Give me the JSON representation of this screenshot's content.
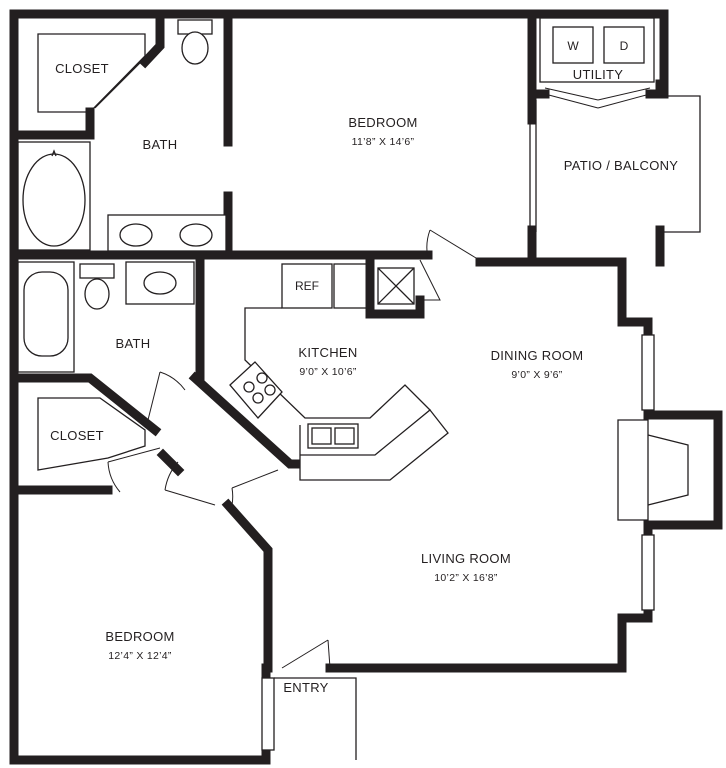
{
  "rooms": {
    "closet_top": "CLOSET",
    "bath_top": "BATH",
    "bedroom_top": {
      "name": "BEDROOM",
      "size": "11’8” X 14’6”"
    },
    "washer": "W",
    "dryer": "D",
    "utility": "UTILITY",
    "patio": "PATIO / BALCONY",
    "ref": "REF",
    "bath_mid": "BATH",
    "kitchen": {
      "name": "KITCHEN",
      "size": "9’0” X 10’6”"
    },
    "dining": {
      "name": "DINING ROOM",
      "size": "9’0” X 9’6”"
    },
    "closet_bottom": "CLOSET",
    "living": {
      "name": "LIVING ROOM",
      "size": "10’2” X 16’8”"
    },
    "bedroom_bottom": {
      "name": "BEDROOM",
      "size": "12’4” X 12’4”"
    },
    "entry": "ENTRY"
  }
}
